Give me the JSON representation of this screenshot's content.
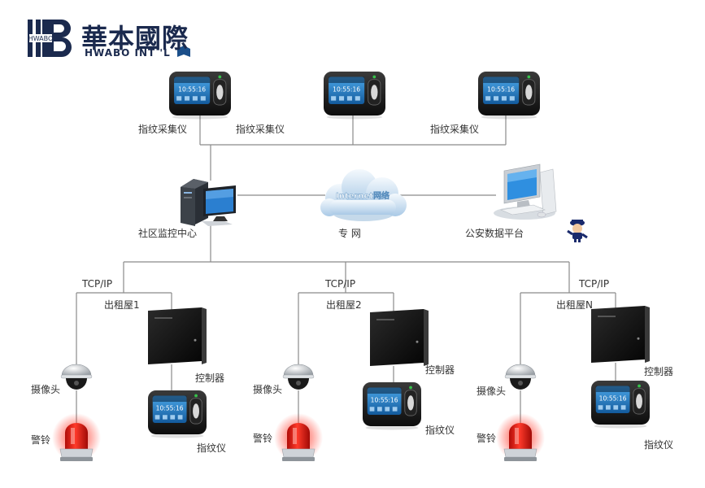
{
  "logo": {
    "cn": "華本國際",
    "en": "HWABO INT 'L",
    "mark_small": "HWABO"
  },
  "top_devices": [
    {
      "label": "指纹采集仪",
      "clock": "10:55:16"
    },
    {
      "label": "指纹采集仪",
      "clock": "10:55:16"
    },
    {
      "label": "指纹采集仪",
      "clock": "10:55:16"
    }
  ],
  "center": {
    "monitor_label": "社区监控中心",
    "network_label": "专 网",
    "cloud_text": "Internet网络",
    "police_label": "公安数据平台"
  },
  "branches": [
    {
      "protocol": "TCP/IP",
      "house": "出租屋1",
      "camera": "摄像头",
      "controller": "控制器",
      "alarm": "警铃",
      "fp": "指纹仪",
      "clock": "10:55:16"
    },
    {
      "protocol": "TCP/IP",
      "house": "出租屋2",
      "camera": "摄像头",
      "controller": "控制器",
      "alarm": "警铃",
      "fp": "指纹仪",
      "clock": "10:55:16"
    },
    {
      "protocol": "TCP/IP",
      "house": "出租屋N",
      "camera": "摄像头",
      "controller": "控制器",
      "alarm": "警铃",
      "fp": "指纹仪",
      "clock": "10:55:16"
    }
  ],
  "colors": {
    "line": "#8a8a8a",
    "brand": "#1b2a4e",
    "alarm": "#e0201a",
    "cloud": "#cfe3f3"
  }
}
